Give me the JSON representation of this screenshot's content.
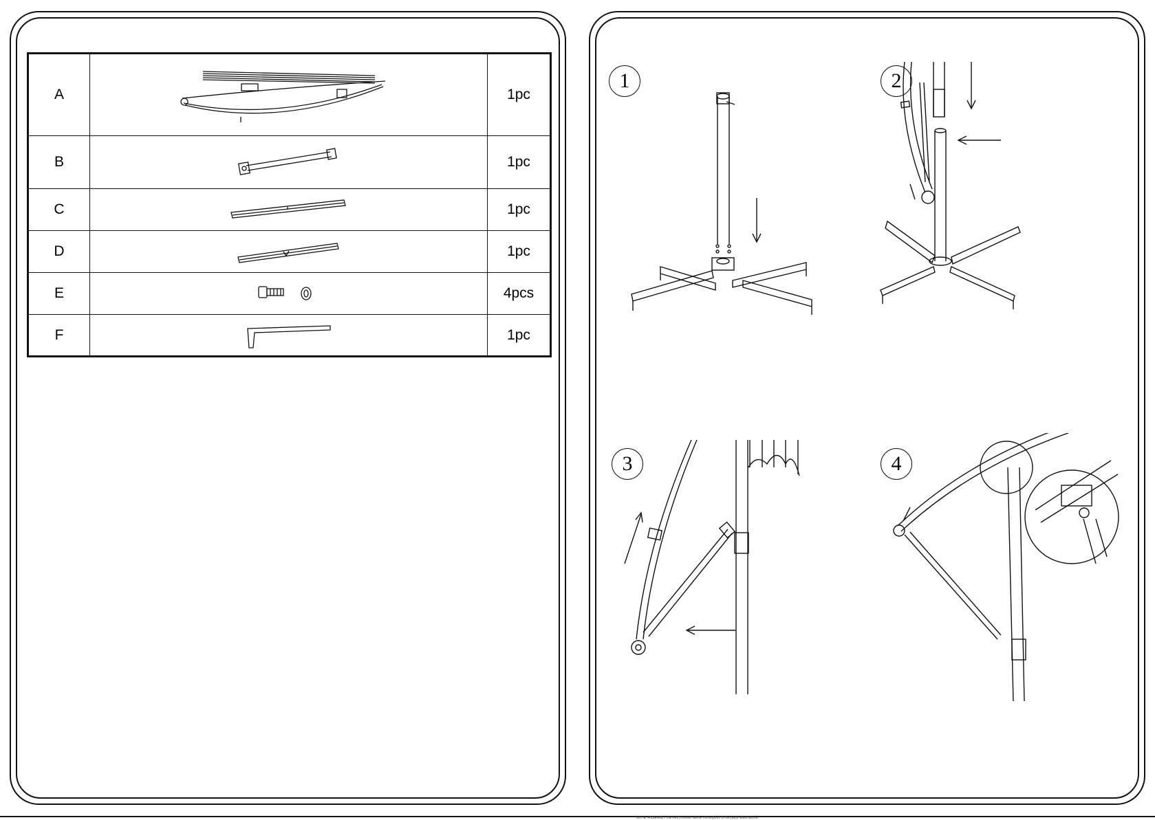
{
  "parts_table": {
    "rows": [
      {
        "letter": "A",
        "qty": "1pc",
        "icon": "canopy-arm-assembly"
      },
      {
        "letter": "B",
        "qty": "1pc",
        "icon": "pole-section"
      },
      {
        "letter": "C",
        "qty": "1pc",
        "icon": "base-bar"
      },
      {
        "letter": "D",
        "qty": "1pc",
        "icon": "base-bar-notched"
      },
      {
        "letter": "E",
        "qty": "4pcs",
        "icon": "bolt-and-washer"
      },
      {
        "letter": "F",
        "qty": "1pc",
        "icon": "allen-key"
      }
    ]
  },
  "steps": [
    {
      "number": "1",
      "illustration": "insert-pole-into-cross-base"
    },
    {
      "number": "2",
      "illustration": "attach-upper-pole-to-base"
    },
    {
      "number": "3",
      "illustration": "raise-arm-and-attach-strut"
    },
    {
      "number": "4",
      "illustration": "lock-strut-bracket-detail"
    }
  ],
  "footnote": "NOTE: ASSEMBLY DETAILS shown above correspond to the parts listed above."
}
